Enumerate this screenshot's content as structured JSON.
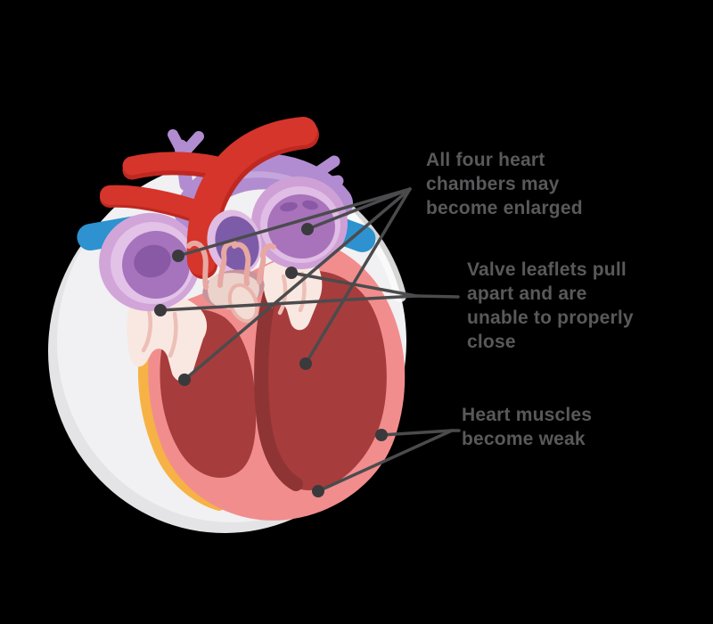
{
  "page": {
    "background": "#000000"
  },
  "figure": {
    "annotations": [
      {
        "id": "enlarged-chambers",
        "text": "All four heart\nchambers may\nbecome enlarged",
        "leader_lines": 4
      },
      {
        "id": "valve-leaflets",
        "text": "Valve leaflets pull\napart and are\nunable to properly\nclose",
        "leader_lines": 2
      },
      {
        "id": "weak-muscles",
        "text": "Heart muscles\nbecome weak",
        "leader_lines": 2
      }
    ],
    "palette": {
      "label_text": "#59595B",
      "leader_line": "#4B4B4D",
      "marker_dot": "#3A3A3C",
      "backdrop_circle": "#F1F0F2",
      "backdrop_shadow": "#E4E3E5",
      "aorta_red": "#D5352B",
      "aorta_shadow_red": "#BE2820",
      "pulmonary_purple": "#B18CD0",
      "vena_cava_blue": "#2D92CF",
      "atrium_rim": "#D2A5D9",
      "atrium_chamber": "#A673BD",
      "ventricle_wall_pink": "#F28D8D",
      "ventricle_chamber_red": "#A73C3C",
      "epicardium_orange": "#F6B245",
      "valve_cream": "#F8E8E1"
    }
  }
}
